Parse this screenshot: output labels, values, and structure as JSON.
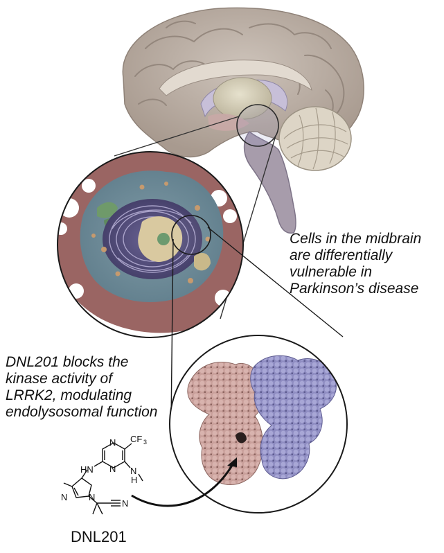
{
  "captions": {
    "midbrain": [
      "Cells in the midbrain",
      "are differentially",
      "vulnerable in",
      "Parkinson’s disease"
    ],
    "drug": [
      "DNL201 blocks the",
      "kinase activity of",
      "LRRK2, modulating",
      "endolysosomal function"
    ]
  },
  "molecule": {
    "name": "DNL201",
    "atoms": {
      "cf3": "CF",
      "cf3_sub": "3",
      "n1": "N",
      "n2": "N",
      "hn": "HN",
      "nh": "N",
      "nh_h": "H",
      "pyr_n1": "N",
      "pyr_n2": "N",
      "nitrile": "N"
    }
  },
  "colors": {
    "brain": "#b8aca2",
    "cell_membrane": "#9a6563",
    "cytoplasm": "#6d8a97",
    "protein_pink": "#c79a96",
    "protein_purple": "#8e8cc0",
    "outline": "#111111"
  }
}
